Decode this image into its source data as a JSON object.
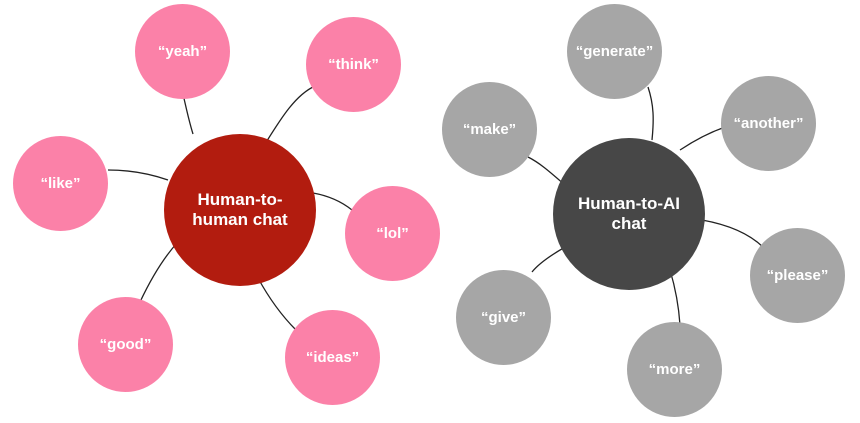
{
  "human_cluster": {
    "hub": {
      "label": "Human-to-human chat",
      "color": "#b21c0f"
    },
    "leaf_color": "#fb81a8",
    "words": [
      "“yeah”",
      "“think”",
      "“like”",
      "“lol”",
      "“good”",
      "“ideas”"
    ]
  },
  "ai_cluster": {
    "hub": {
      "label": "Human-to-AI chat",
      "color": "#474747"
    },
    "leaf_color": "#a6a6a6",
    "words": [
      "“generate”",
      "“make”",
      "“another”",
      "“please”",
      "“give”",
      "“more”"
    ]
  },
  "link_color": "#222222"
}
